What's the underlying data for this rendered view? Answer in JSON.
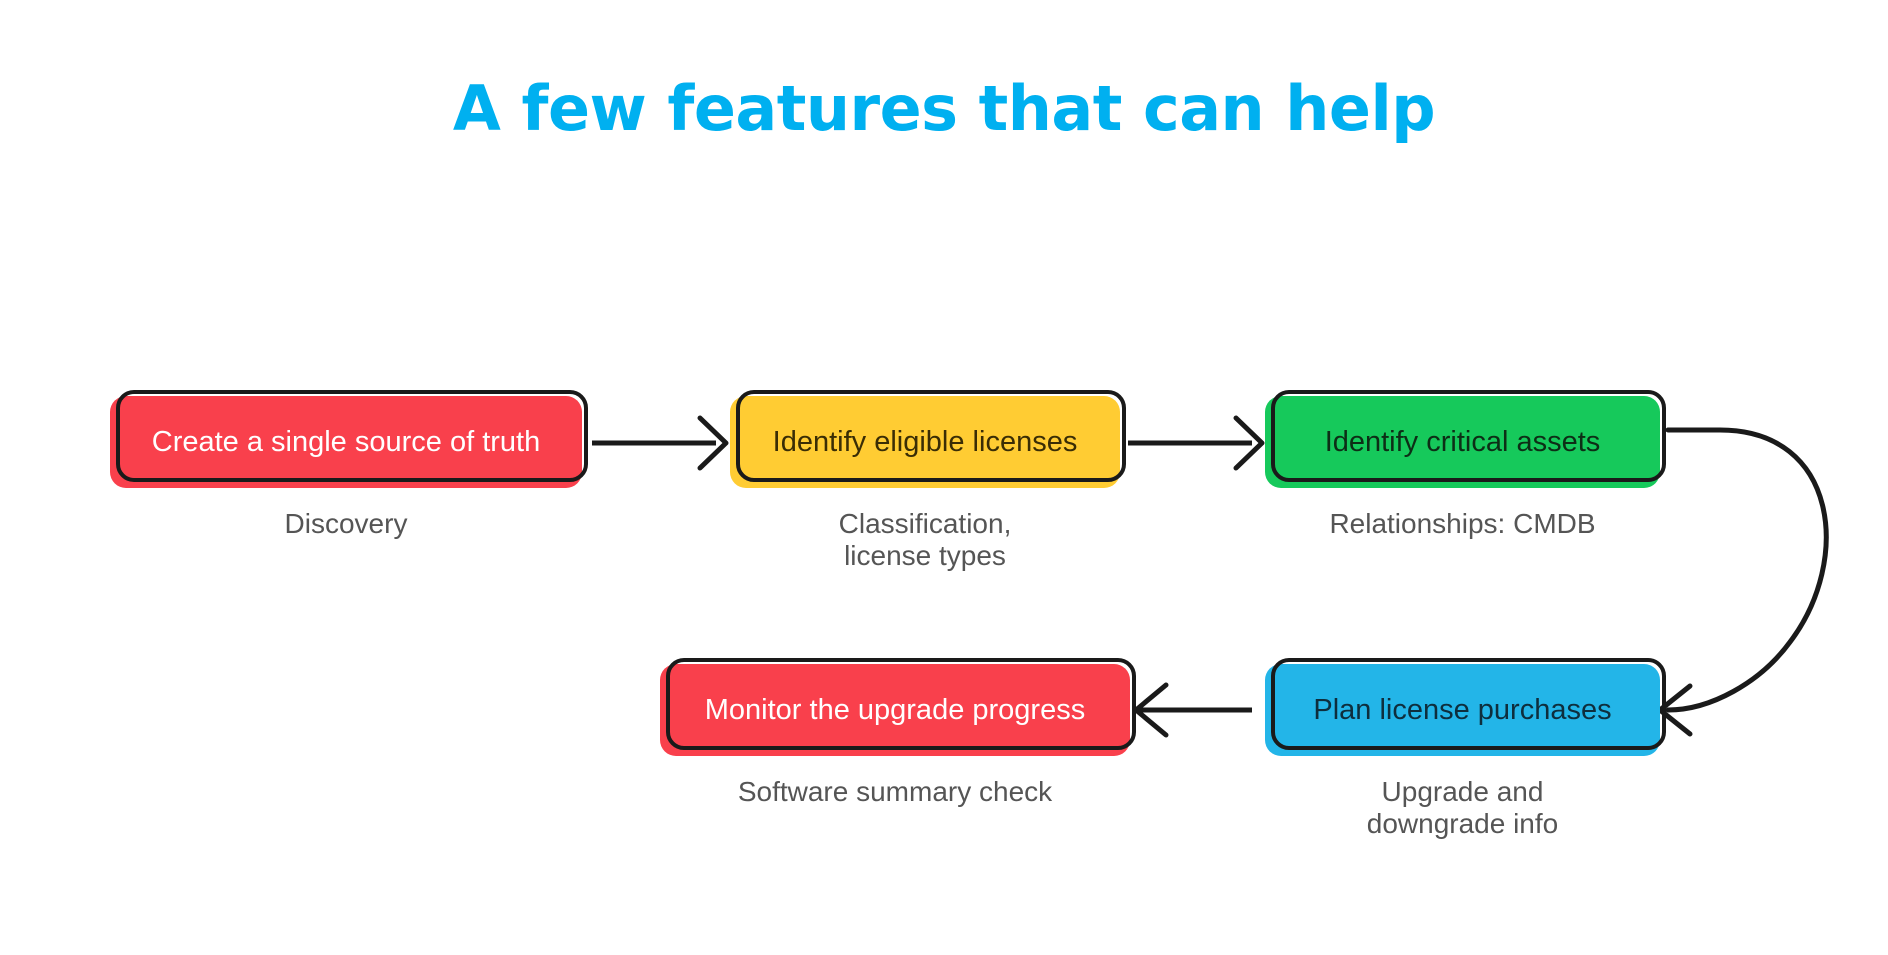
{
  "slide": {
    "title": "A few features that can help",
    "title_color": "#00b0f0",
    "background_color": "#ffffff"
  },
  "diagram": {
    "type": "process-flow",
    "nodes": [
      {
        "id": "create-single-source-of-truth",
        "label": "Create a single source of truth",
        "caption": "Discovery",
        "fill": "#f9404c",
        "text_color": "#ffffff",
        "row": "top",
        "order": 1
      },
      {
        "id": "identify-eligible-licenses",
        "label": "Identify eligible licenses",
        "caption": "Classification,\nlicense types",
        "fill": "#ffcc33",
        "text_color": "#3a2d05",
        "row": "top",
        "order": 2
      },
      {
        "id": "identify-critical-assets",
        "label": "Identify critical assets",
        "caption": "Relationships: CMDB",
        "fill": "#16c95b",
        "text_color": "#0d2e16",
        "row": "top",
        "order": 3
      },
      {
        "id": "plan-license-purchases",
        "label": "Plan license purchases",
        "caption": "Upgrade and\ndowngrade info",
        "fill": "#23b5e8",
        "text_color": "#0e2e3d",
        "row": "bottom",
        "order": 4
      },
      {
        "id": "monitor-the-upgrade-progress",
        "label": "Monitor the upgrade progress",
        "caption": "Software summary check",
        "fill": "#f9404c",
        "text_color": "#ffffff",
        "row": "bottom",
        "order": 5
      }
    ],
    "connectors": [
      {
        "from": "create-single-source-of-truth",
        "to": "identify-eligible-licenses",
        "style": "straight",
        "direction": "right"
      },
      {
        "from": "identify-eligible-licenses",
        "to": "identify-critical-assets",
        "style": "straight",
        "direction": "right"
      },
      {
        "from": "identify-critical-assets",
        "to": "plan-license-purchases",
        "style": "curved",
        "direction": "down-left"
      },
      {
        "from": "plan-license-purchases",
        "to": "monitor-the-upgrade-progress",
        "style": "straight",
        "direction": "left"
      }
    ],
    "connector_color": "#1a1a1a",
    "outline_color": "#1a1a1a",
    "caption_color": "#555555"
  }
}
